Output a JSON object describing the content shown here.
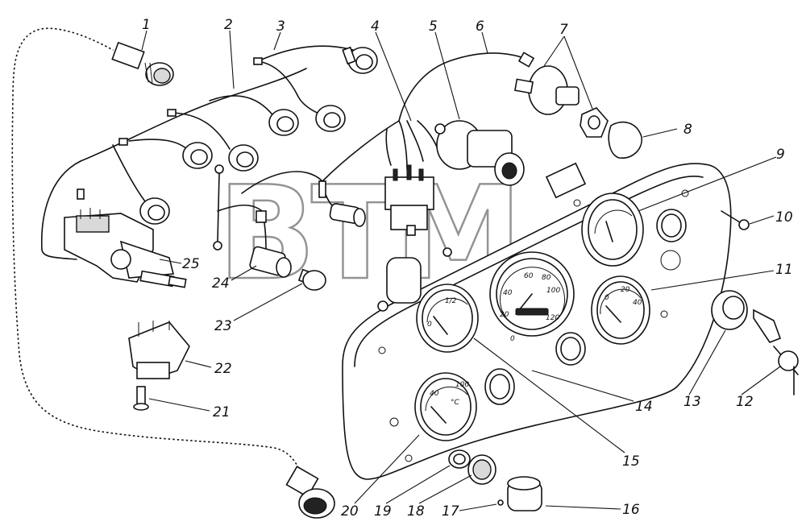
{
  "watermark": {
    "text": "BTM",
    "mark": "®"
  },
  "labels": [
    "1",
    "2",
    "3",
    "4",
    "5",
    "6",
    "7",
    "8",
    "9",
    "10",
    "11",
    "12",
    "13",
    "14",
    "15",
    "16",
    "17",
    "18",
    "19",
    "20",
    "21",
    "22",
    "23",
    "24",
    "25"
  ],
  "speedometer_ticks": [
    "0",
    "20",
    "40",
    "60",
    "80",
    "100",
    "120"
  ],
  "temp_gauge_ticks": [
    "40",
    "100",
    "°C"
  ],
  "ammeter_ticks": [
    "0",
    "20",
    "40"
  ],
  "fuel_gauge_ticks": [
    "0",
    "1/2"
  ]
}
